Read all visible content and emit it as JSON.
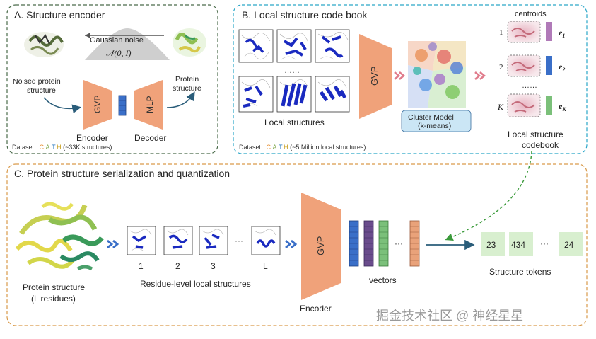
{
  "panel_a": {
    "title": "A. Structure encoder",
    "gaussian_noise": "Gaussian noise",
    "noise_formula": "𝒩(0, I)",
    "noised_label_1": "Noised protein",
    "noised_label_2": "structure",
    "protein_label_1": "Protein",
    "protein_label_2": "structure",
    "encoder_block": "GVP",
    "decoder_block": "MLP",
    "encoder_label": "Encoder",
    "decoder_label": "Decoder",
    "dataset_prefix": "Dataset : ",
    "dataset_c": "C",
    "dataset_a": "A",
    "dataset_t": "T",
    "dataset_h": "H",
    "dataset_suffix": " (~33K structures)"
  },
  "panel_b": {
    "title": "B. Local structure code book",
    "ellipsis": "……",
    "local_structures_label": "Local structures",
    "gvp_block": "GVP",
    "cluster_label_1": "Cluster Model",
    "cluster_label_2": "(k-means)",
    "centroids_label": "centroids",
    "centroid_index_1": "1",
    "centroid_index_2": "2",
    "centroid_index_k": "K",
    "centroid_dots": "……",
    "code_1": "e",
    "code_1_sub": "1",
    "code_2": "e",
    "code_2_sub": "2",
    "code_k": "e",
    "code_k_sub": "K",
    "codebook_label_1": "Local structure",
    "codebook_label_2": "codebook",
    "dataset_prefix": "Dataset : ",
    "dataset_c": "C",
    "dataset_a": "A",
    "dataset_t": "T",
    "dataset_h": "H",
    "dataset_suffix": " (~5 Million local structures)"
  },
  "panel_c": {
    "title": "C. Protein structure serialization and quantization",
    "protein_label_1": "Protein structure",
    "protein_label_2": "(L residues)",
    "residue_indices": [
      "1",
      "2",
      "3",
      "L"
    ],
    "residue_ellipsis": "···",
    "residue_label": "Residue-level local structures",
    "gvp_block": "GVP",
    "encoder_label": "Encoder",
    "vectors_ellipsis": "···",
    "vectors_label": "vectors",
    "tokens": [
      "23",
      "434",
      "24"
    ],
    "tokens_ellipsis": "···",
    "tokens_label": "Structure tokens"
  },
  "watermark": "掘金技术社区 @ 神经星星",
  "colors": {
    "panel_a_border": "#4a6b4a",
    "panel_b_border": "#2aa6c8",
    "panel_c_border": "#d99a4a",
    "gvp": "#f0a27a",
    "vector_blue": "#3a6fc8",
    "vector_purple": "#6a4c8c",
    "vector_green": "#7bc07a",
    "vector_orange": "#e9a27a",
    "token_bg": "#d8efcf",
    "cluster_box": "#cbe6f5",
    "dataset_c": "#e58b2a",
    "dataset_a": "#7fa84c",
    "dataset_t": "#2a7ac0",
    "dataset_h": "#c8a020",
    "arrow_pink": "#e07c8c",
    "arrow_dark": "#2a5d7a"
  }
}
